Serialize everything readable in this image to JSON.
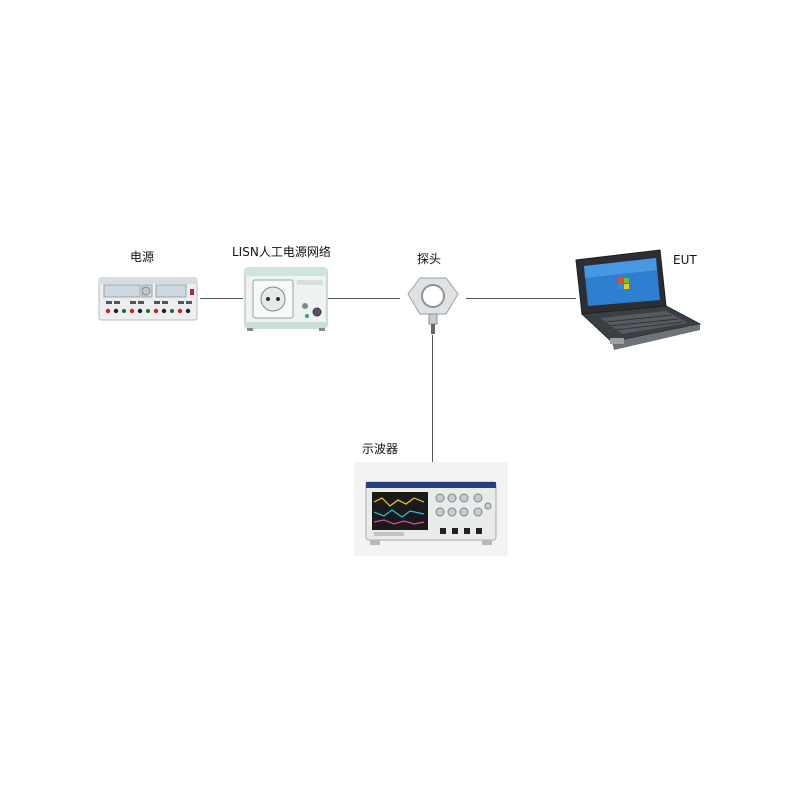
{
  "labels": {
    "power_supply": "电源",
    "lisn": "LISN人工电源网络",
    "probe": "探头",
    "eut": "EUT",
    "oscilloscope": "示波器"
  }
}
